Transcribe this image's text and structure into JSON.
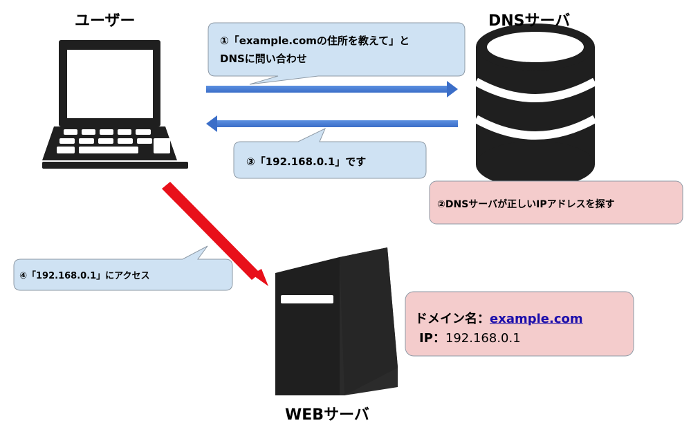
{
  "labels": {
    "user": "ユーザー",
    "dns_server": "DNSサーバ",
    "web_server": "WEBサーバ"
  },
  "steps": {
    "s1_line1": "①「example.comの住所を教えて」と",
    "s1_line2": "DNSに問い合わせ",
    "s2": "②DNSサーバが正しいIPアドレスを探す",
    "s3": "③「192.168.0.1」です",
    "s4": "④「192.168.0.1」にアクセス"
  },
  "web_info": {
    "domain_label": "ドメイン名：",
    "domain_value": "example.com",
    "ip_label": "IP：",
    "ip_value": "192.168.0.1"
  },
  "icons": [
    "laptop-icon",
    "database-icon",
    "server-tower-icon"
  ],
  "colors": {
    "blue_arrow": "#4a7fd6",
    "red_arrow": "#e8101a",
    "callout_blue": "#cfe2f3",
    "callout_pink": "#f4cccc",
    "icon_dark": "#1f1f1f"
  }
}
